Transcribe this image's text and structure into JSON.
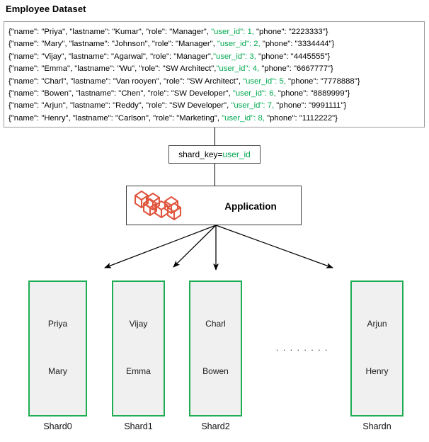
{
  "page": {
    "title": "Employee Dataset"
  },
  "colors": {
    "accent_green": "#00a84f",
    "shard_border": "#1ead54",
    "shard_fill": "#f0f0f0",
    "icon_red": "#e0563f",
    "dataset_border": "#9a9a9a"
  },
  "dataset": {
    "records": [
      {
        "text_before": "{\"name\": \"Priya\", \"lastname\": \"Kumar\", \"role\": \"Manager\", ",
        "uid": "\"user_id\": 1,",
        "text_after": "  \"phone\": \"2223333\"}"
      },
      {
        "text_before": "{\"name\": \"Mary\", \"lastname\": \"Johnson\", \"role\": \"Manager\",  ",
        "uid": "\"user_id\": 2,",
        "text_after": " \"phone\": \"3334444\"}"
      },
      {
        "text_before": "{\"name\": \"Vijay\", \"lastname\": \"Agarwal\", \"role\": \"Manager\",",
        "uid": "\"user_id\": 3,",
        "text_after": " \"phone\": \"4445555\"}"
      },
      {
        "text_before": "{\"name\": \"Emma\", \"lastname\": \"Wu\", \"role\": \"SW Architect\",",
        "uid": "\"user_id\": 4,",
        "text_after": " \"phone\": \"6667777\"}"
      },
      {
        "text_before": "{\"name\": \"Charl\", \"lastname\": \"Van rooyen\", \"role\": \"SW Architect\", ",
        "uid": "\"user_id\": 5,",
        "text_after": " \"phone\": \"7778888\"}"
      },
      {
        "text_before": "{\"name\": \"Bowen\", \"lastname\": \"Chen\", \"role\": \"SW Developer\", ",
        "uid": "\"user_id\": 6,",
        "text_after": " \"phone\": \"8889999\"}"
      },
      {
        "text_before": "{\"name\": \"Arjun\", \"lastname\": \"Reddy\", \"role\": \"SW Developer\", ",
        "uid": "\"user_id\": 7,",
        "text_after": " \"phone\": \"9991111\"}"
      },
      {
        "text_before": "{\"name\": \"Henry\", \"lastname\": \"Carlson\", \"role\": \"Marketing\", ",
        "uid": "\"user_id\": 8,",
        "text_after": " \"phone\": \"1112222\"}"
      }
    ]
  },
  "shard_key": {
    "key_text": "shard_key=",
    "value_text": "user_id"
  },
  "application": {
    "label": "Application",
    "icon": "cubes-cluster-icon"
  },
  "shards": [
    {
      "label": "Shard0",
      "names": [
        "Priya",
        "Mary"
      ]
    },
    {
      "label": "Shard1",
      "names": [
        "Vijay",
        "Emma"
      ]
    },
    {
      "label": "Shard2",
      "names": [
        "Charl",
        "Bowen"
      ]
    },
    {
      "label": "Shardn",
      "names": [
        "Arjun",
        "Henry"
      ]
    }
  ],
  "ellipsis": {
    "text": ". . . . . . . ."
  }
}
